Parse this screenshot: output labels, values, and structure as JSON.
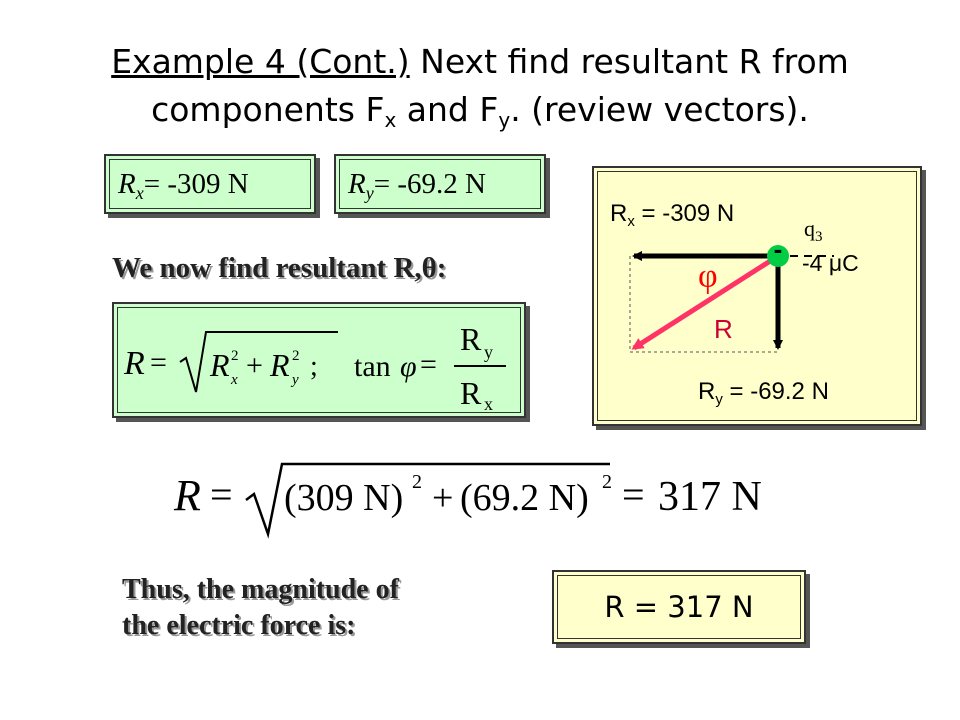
{
  "title": {
    "underlined": "Example 4 (Cont.)",
    "line1_rest": " Next find resultant R from",
    "line2_pre": "components F",
    "sub_x": "x",
    "line2_mid": " and F",
    "sub_y": "y",
    "line2_post": ". (review vectors)."
  },
  "components": {
    "rx_var": "R",
    "rx_sub": "x",
    "rx_value": "= -309 N",
    "ry_var": "R",
    "ry_sub": "y",
    "ry_value": "= -69.2 N"
  },
  "find_text": "We now find resultant R,θ:",
  "formula": {
    "r_lhs": "R",
    "tan": "tan",
    "phi": "φ",
    "num": "R",
    "num_sub": "y",
    "den": "R",
    "den_sub": "x"
  },
  "diagram": {
    "rx_label": "R",
    "rx_sub": "x",
    "rx_value": " = -309 N",
    "charge": "q",
    "charge_sub": "3",
    "charge_sign": "-",
    "charge_value": "-4 μC",
    "phi": "φ",
    "r_label": "R",
    "ry_label": "R",
    "ry_sub": "y",
    "ry_value": " = -69.2 N",
    "colors": {
      "resultant": "#ff3366",
      "phi": "#ff0000",
      "charge": "#00cc44"
    }
  },
  "calc": {
    "lhs": "R",
    "term1": "(309 N)",
    "term2": "(69.2 N)",
    "exp": "2",
    "result": "317 N"
  },
  "conclusion": {
    "line1": "Thus, the magnitude of",
    "line2": "the electric force is:",
    "answer": "R = 317 N"
  }
}
